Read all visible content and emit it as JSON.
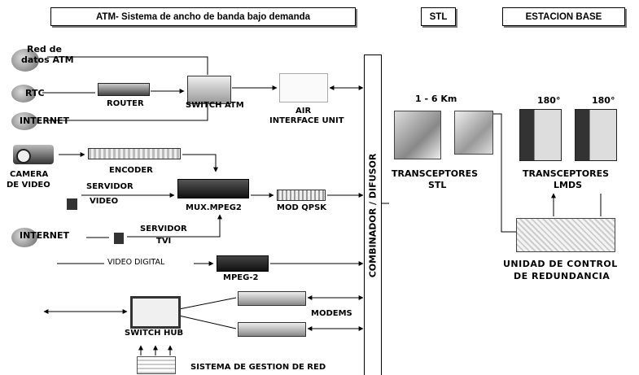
{
  "headers": {
    "atm": "ATM- Sistema de ancho de banda bajo demanda",
    "stl": "STL",
    "estacion": "ESTACION BASE"
  },
  "sources": {
    "red_datos_line1": "Red de",
    "red_datos_line2": "datos ATM",
    "rtc": "RTC",
    "internet1": "INTERNET",
    "camera_line1": "CAMERA",
    "camera_line2": "DE VIDEO",
    "internet2": "INTERNET"
  },
  "devices": {
    "router": "ROUTER",
    "switch_atm": "SWITCH ATM",
    "air_line1": "AIR",
    "air_line2": "INTERFACE UNIT",
    "encoder": "ENCODER",
    "servidor_video_line1": "SERVIDOR",
    "servidor_video_line2": "VIDEO",
    "mux": "MUX.MPEG2",
    "mod_qpsk": "MOD QPSK",
    "servidor_tvi_line1": "SERVIDOR",
    "servidor_tvi_line2": "TVI",
    "video_digital": "VIDEO DIGITAL",
    "mpeg2": "MPEG-2",
    "switch_hub": "SWITCH HUB",
    "modems": "MODEMS",
    "sistema_gestion": "SISTEMA DE GESTION DE RED"
  },
  "combiner": "COMBINADOR / DIFUSOR",
  "stl": {
    "distance": "1 - 6 Km",
    "trans_line1": "TRANSCEPTORES",
    "trans_line2": "STL"
  },
  "base": {
    "angle1": "180°",
    "angle2": "180°",
    "trans_line1": "TRANSCEPTORES",
    "trans_line2": "LMDS",
    "unidad_line1": "UNIDAD DE CONTROL",
    "unidad_line2": "DE REDUNDANCIA"
  }
}
